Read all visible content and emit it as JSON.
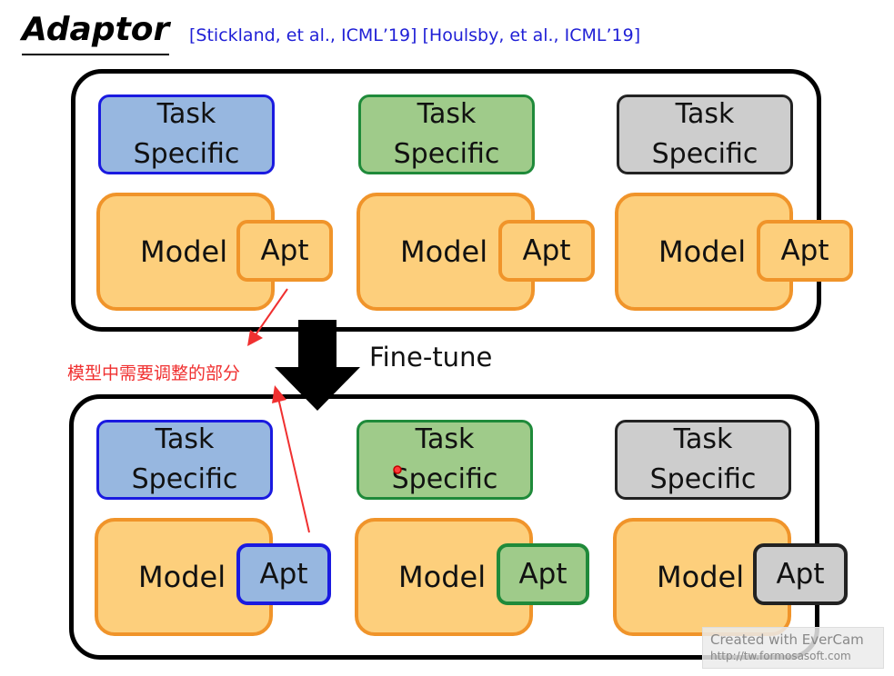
{
  "header": {
    "title": "Adaptor",
    "references": "[Stickland, et al., ICML’19]  [Houlsby, et al., ICML’19]"
  },
  "task_label_line1": "Task",
  "task_label_line2": "Specific",
  "model_label": "Model",
  "adapter_label": "Apt",
  "arrow_label": "Fine-tune",
  "annotation": "模型中需要调整的部分",
  "watermark": {
    "line1": "Created  with  EverCam",
    "line2": "http://tw.formosasoft.com"
  },
  "colors": {
    "blue_fill": "#97b7e0",
    "green_fill": "#9fcb8a",
    "gray_fill": "#cdcdcd",
    "orange_fill": "#fdcf7c",
    "annotation_red": "#f03030",
    "reference_blue": "#1f1fd6"
  }
}
